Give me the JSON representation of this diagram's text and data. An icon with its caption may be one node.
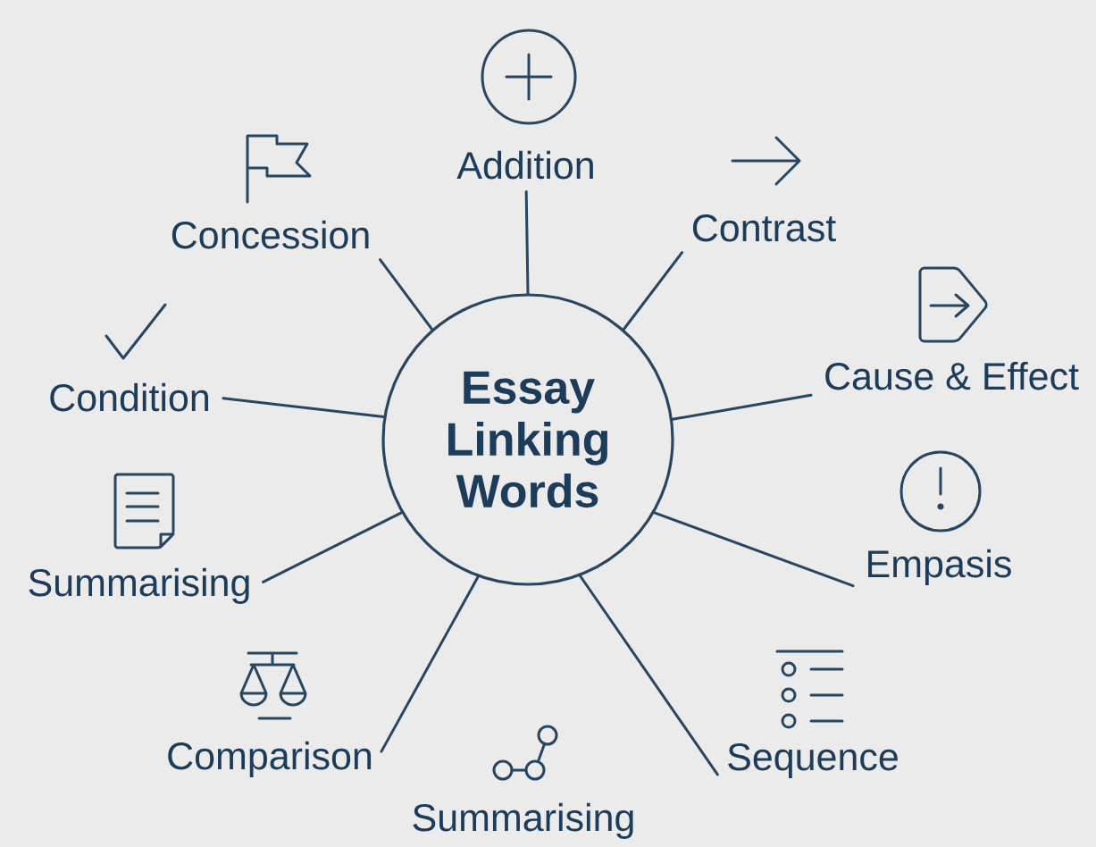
{
  "diagram": {
    "nodes": [
      {
        "text": [
          "Essay Linking Words"
        ]
      },
      {
        "text": [
          "Addition"
        ]
      },
      {
        "text": [
          "Contrast"
        ]
      },
      {
        "text": [
          "Cause & Effect"
        ]
      },
      {
        "text": [
          "Empasis"
        ]
      },
      {
        "text": [
          "Sequence"
        ]
      },
      {
        "text": [
          "Summarising"
        ]
      },
      {
        "text": [
          "Comparison"
        ]
      },
      {
        "text": [
          "Summarising"
        ]
      },
      {
        "text": [
          "Condition"
        ]
      },
      {
        "text": [
          "Concession"
        ]
      }
    ],
    "edges": [
      {
        "from": 0,
        "to": 1,
        "arrow": "none"
      },
      {
        "from": 0,
        "to": 2,
        "arrow": "none"
      },
      {
        "from": 0,
        "to": 3,
        "arrow": "none"
      },
      {
        "from": 0,
        "to": 4,
        "arrow": "none"
      },
      {
        "from": 0,
        "to": 5,
        "arrow": "none"
      },
      {
        "from": 0,
        "to": 7,
        "arrow": "none"
      },
      {
        "from": 0,
        "to": 8,
        "arrow": "none"
      },
      {
        "from": 0,
        "to": 9,
        "arrow": "none"
      },
      {
        "from": 0,
        "to": 10,
        "arrow": "none"
      }
    ]
  }
}
